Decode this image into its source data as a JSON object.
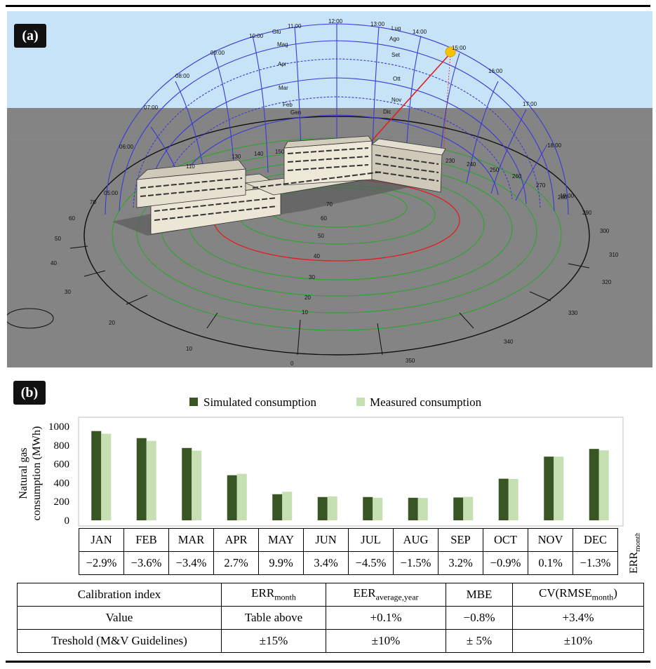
{
  "panel_a": {
    "label": "(a)",
    "hour_labels": [
      "08:00",
      "09:00",
      "10:00",
      "11:00",
      "12:00",
      "13:00",
      "14:00",
      "15:00",
      "16:00",
      "17:00",
      "18:00",
      "19:00",
      "07:00",
      "06:00",
      "05:00"
    ],
    "month_labels": [
      "Giu",
      "Mag",
      "Apr",
      "Mar",
      "Feb",
      "Gen",
      "Lug",
      "Ago",
      "Set",
      "Ott",
      "Nov",
      "Dic"
    ],
    "altitude_labels": [
      "70",
      "60",
      "50",
      "40",
      "30",
      "20",
      "10"
    ],
    "azimuth_labels": [
      "0",
      "10",
      "20",
      "30",
      "40",
      "50",
      "60",
      "70",
      "110",
      "130",
      "140",
      "150",
      "230",
      "240",
      "250",
      "260",
      "270",
      "280",
      "290",
      "300",
      "310",
      "320",
      "330",
      "340",
      "350"
    ],
    "colors": {
      "sky": "#c6e3f7",
      "ground": "#848484",
      "path": "#3a3ad6",
      "green": "#22aa22",
      "red": "#e02020",
      "sun": "#f5c400"
    }
  },
  "panel_b": {
    "label": "(b)",
    "legend": {
      "simulated": "Simulated consumption",
      "measured": "Measured consumption"
    },
    "y_axis_label_line1": "Natural gas",
    "y_axis_label_line2": "consumption  (MWh)",
    "err_side_label_main": "ERR",
    "err_side_label_sub": "month"
  },
  "chart_data": {
    "type": "bar",
    "categories": [
      "JAN",
      "FEB",
      "MAR",
      "APR",
      "MAY",
      "JUN",
      "JUL",
      "AUG",
      "SEP",
      "OCT",
      "NOV",
      "DEC"
    ],
    "series": [
      {
        "name": "Simulated consumption",
        "color": "#375623",
        "values": [
          950,
          875,
          770,
          480,
          278,
          248,
          248,
          240,
          243,
          443,
          678,
          760
        ]
      },
      {
        "name": "Measured consumption",
        "color": "#c6e0b4",
        "values": [
          922,
          845,
          742,
          495,
          305,
          255,
          240,
          238,
          250,
          440,
          678,
          745
        ]
      }
    ],
    "yticks": [
      0,
      200,
      400,
      600,
      800,
      1000
    ],
    "ylim": [
      0,
      1000
    ],
    "ylabel": "Natural gas consumption  (MWh)",
    "grid": false,
    "legend_position": "top"
  },
  "month_table": {
    "months": [
      "JAN",
      "FEB",
      "MAR",
      "APR",
      "MAY",
      "JUN",
      "JUL",
      "AUG",
      "SEP",
      "OCT",
      "NOV",
      "DEC"
    ],
    "err": [
      "−2.9%",
      "−3.6%",
      "−3.4%",
      "2.7%",
      "9.9%",
      "3.4%",
      "−4.5%",
      "−1.5%",
      "3.2%",
      "−0.9%",
      "0.1%",
      "−1.3%"
    ]
  },
  "calibration_table": {
    "header": {
      "c0": "Calibration index",
      "c1_main": "ERR",
      "c1_sub": "month",
      "c2_main": "EER",
      "c2_sub": "average,year",
      "c3": "MBE",
      "c4_pre": "CV(RMSE",
      "c4_sub": "month",
      "c4_post": ")"
    },
    "rows": [
      [
        "Value",
        "Table above",
        "+0.1%",
        "−0.8%",
        "+3.4%"
      ],
      [
        "Treshold (M&V Guidelines)",
        "±15%",
        "±10%",
        "± 5%",
        "±10%"
      ]
    ]
  }
}
